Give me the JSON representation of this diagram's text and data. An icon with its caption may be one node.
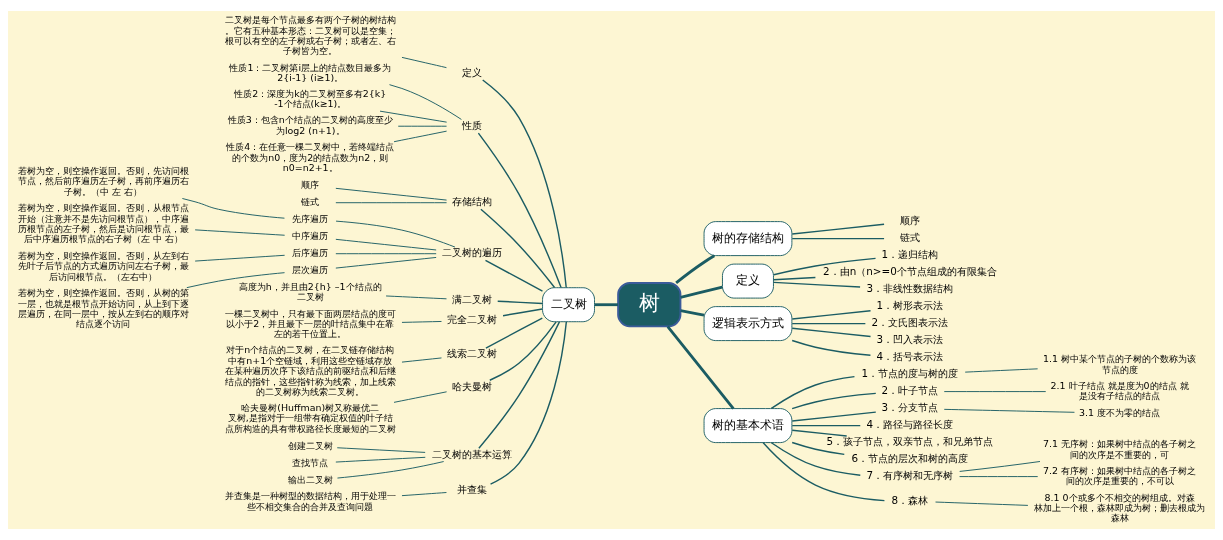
{
  "diagram": {
    "nodes": [
      {
        "text": [
          "树"
        ]
      },
      {
        "text": [
          "树的存储结构"
        ]
      },
      {
        "text": [
          "顺序"
        ]
      },
      {
        "text": [
          "链式"
        ]
      },
      {
        "text": [
          "定义"
        ]
      },
      {
        "text": [
          "1．递归结构"
        ]
      },
      {
        "text": [
          "2．由n（n>=0个节点组成的有限集合"
        ]
      },
      {
        "text": [
          "3．非线性数据结构"
        ]
      },
      {
        "text": [
          "逻辑表示方式"
        ]
      },
      {
        "text": [
          "1．树形表示法"
        ]
      },
      {
        "text": [
          "2．文氏图表示法"
        ]
      },
      {
        "text": [
          "3．凹入表示法"
        ]
      },
      {
        "text": [
          "4．括号表示法"
        ]
      },
      {
        "text": [
          "树的基本术语"
        ]
      },
      {
        "text": [
          "1．节点的度与树的度"
        ]
      },
      {
        "text": [
          "1.1 树中某个节点的子树的个数称为该节点的度"
        ]
      },
      {
        "text": [
          "2．叶子节点"
        ]
      },
      {
        "text": [
          "2.1 叶子结点 就是度为0的结点 就是没有子结点的结点"
        ]
      },
      {
        "text": [
          "3．分支节点"
        ]
      },
      {
        "text": [
          "3.1 度不为零的结点"
        ]
      },
      {
        "text": [
          "4．路径与路径长度"
        ]
      },
      {
        "text": [
          "5．孩子节点，双亲节点，和兄弟节点"
        ]
      },
      {
        "text": [
          "6．节点的层次和树的高度"
        ]
      },
      {
        "text": [
          "7．有序树和无序树"
        ]
      },
      {
        "text": [
          "7.1 无序树：如果树中结点的各子树之间的次序是不重要的，可"
        ]
      },
      {
        "text": [
          "7.2 有序树：如果树中结点的各子树之间的次序是重要的，不可以"
        ]
      },
      {
        "text": [
          "8．森林"
        ]
      },
      {
        "text": [
          "8.1 0个或多个不相交的树组成。对森林加上一个根，森林即成为树；删去根成为森林"
        ]
      },
      {
        "text": [
          "二叉树"
        ]
      },
      {
        "text": [
          "定义"
        ]
      },
      {
        "text": [
          "二叉树是每个节点最多有两个子树的树结构。它有五种基本形态：二叉树可以是空集；根可以有空的左子树或右子树；或者左、右子树皆为空。"
        ]
      },
      {
        "text": [
          "性质"
        ]
      },
      {
        "text": [
          "性质1：二叉树第i层上的结点数目最多为2{i-1} (i≥1)。"
        ]
      },
      {
        "text": [
          "性质2：深度为k的二叉树至多有2{k}-1个结点(k≥1)。"
        ]
      },
      {
        "text": [
          "性质3：包含n个结点的二叉树的高度至少为log2 (n+1)。"
        ]
      },
      {
        "text": [
          "性质4：在任意一棵二叉树中，若终端结点的个数为n0，度为2的结点数为n2，则n0=n2+1。"
        ]
      },
      {
        "text": [
          "存储结构"
        ]
      },
      {
        "text": [
          "顺序"
        ]
      },
      {
        "text": [
          "链式"
        ]
      },
      {
        "text": [
          "二叉树的遍历"
        ]
      },
      {
        "text": [
          "先序遍历"
        ]
      },
      {
        "text": [
          "若树为空，则空操作返回。否则，先访问根节点，然后前序遍历左子树，再前序遍历右子树。（中 左 右）"
        ]
      },
      {
        "text": [
          "中序遍历"
        ]
      },
      {
        "text": [
          "若树为空，则空操作返回。否则，从根节点开始（注意并不是先访问根节点），中序遍历根节点的左子树，然后是访问根节点，最后中序遍历根节点的右子树（左 中 右）"
        ]
      },
      {
        "text": [
          "后序遍历"
        ]
      },
      {
        "text": [
          "若树为空，则空操作返回。否则，从左到右先叶子后节点的方式遍历访问左右子树，最后访问根节点。（左右中）"
        ]
      },
      {
        "text": [
          "层次遍历"
        ]
      },
      {
        "text": [
          "若树为空，则空操作返回。否则，从树的第一层，也就是根节点开始访问，从上到下逐层遍历，在同一层中，按从左到右的顺序对结点逐个访问"
        ]
      },
      {
        "text": [
          "满二叉树"
        ]
      },
      {
        "text": [
          "高度为h，并且由2{h} –1个结点的二叉树"
        ]
      },
      {
        "text": [
          "完全二叉树"
        ]
      },
      {
        "text": [
          "一棵二叉树中，只有最下面两层结点的度可以小于2，并且最下一层的叶结点集中在靠左的若干位置上。"
        ]
      },
      {
        "text": [
          "线索二叉树"
        ]
      },
      {
        "text": [
          "对于n个结点的二叉树，在二叉链存储结构中有n+1个空链域，利用这些空链域存放在某种遍历次序下该结点的前驱结点和后继结点的指针，这些指针称为线索，加上线索的二叉树称为线索二叉树。"
        ]
      },
      {
        "text": [
          "哈夫曼树"
        ]
      },
      {
        "text": [
          "哈夫曼树(Huffman)树又称最优二叉树,是指对于一组带有确定权值的叶子结点所构造的具有带权路径长度最短的二叉树"
        ]
      },
      {
        "text": [
          "二叉树的基本运算"
        ]
      },
      {
        "text": [
          "创建二叉树"
        ]
      },
      {
        "text": [
          "查找节点"
        ]
      },
      {
        "text": [
          "输出二叉树"
        ]
      },
      {
        "text": [
          "并查集"
        ]
      },
      {
        "text": [
          "并查集是一种树型的数据结构，用于处理一些不相交集合的合并及查询问题"
        ]
      }
    ],
    "edges": [
      {
        "from": 0,
        "to": 1,
        "arrow": "none"
      },
      {
        "from": 1,
        "to": 2,
        "arrow": "none"
      },
      {
        "from": 1,
        "to": 3,
        "arrow": "none"
      },
      {
        "from": 0,
        "to": 4,
        "arrow": "none"
      },
      {
        "from": 4,
        "to": 5,
        "arrow": "none"
      },
      {
        "from": 4,
        "to": 6,
        "arrow": "none"
      },
      {
        "from": 4,
        "to": 7,
        "arrow": "none"
      },
      {
        "from": 0,
        "to": 8,
        "arrow": "none"
      },
      {
        "from": 8,
        "to": 9,
        "arrow": "none"
      },
      {
        "from": 8,
        "to": 10,
        "arrow": "none"
      },
      {
        "from": 8,
        "to": 11,
        "arrow": "none"
      },
      {
        "from": 8,
        "to": 12,
        "arrow": "none"
      },
      {
        "from": 0,
        "to": 13,
        "arrow": "none"
      },
      {
        "from": 13,
        "to": 14,
        "arrow": "none"
      },
      {
        "from": 14,
        "to": 15,
        "arrow": "none"
      },
      {
        "from": 13,
        "to": 16,
        "arrow": "none"
      },
      {
        "from": 16,
        "to": 17,
        "arrow": "none"
      },
      {
        "from": 13,
        "to": 18,
        "arrow": "none"
      },
      {
        "from": 18,
        "to": 19,
        "arrow": "none"
      },
      {
        "from": 13,
        "to": 20,
        "arrow": "none"
      },
      {
        "from": 13,
        "to": 21,
        "arrow": "none"
      },
      {
        "from": 13,
        "to": 22,
        "arrow": "none"
      },
      {
        "from": 13,
        "to": 23,
        "arrow": "none"
      },
      {
        "from": 23,
        "to": 24,
        "arrow": "none"
      },
      {
        "from": 23,
        "to": 25,
        "arrow": "none"
      },
      {
        "from": 13,
        "to": 26,
        "arrow": "none"
      },
      {
        "from": 26,
        "to": 27,
        "arrow": "none"
      },
      {
        "from": 0,
        "to": 28,
        "arrow": "none"
      },
      {
        "from": 28,
        "to": 29,
        "arrow": "none"
      },
      {
        "from": 29,
        "to": 30,
        "arrow": "none"
      },
      {
        "from": 28,
        "to": 31,
        "arrow": "none"
      },
      {
        "from": 31,
        "to": 32,
        "arrow": "none"
      },
      {
        "from": 31,
        "to": 33,
        "arrow": "none"
      },
      {
        "from": 31,
        "to": 34,
        "arrow": "none"
      },
      {
        "from": 31,
        "to": 35,
        "arrow": "none"
      },
      {
        "from": 28,
        "to": 36,
        "arrow": "none"
      },
      {
        "from": 36,
        "to": 37,
        "arrow": "none"
      },
      {
        "from": 36,
        "to": 38,
        "arrow": "none"
      },
      {
        "from": 28,
        "to": 39,
        "arrow": "none"
      },
      {
        "from": 39,
        "to": 40,
        "arrow": "none"
      },
      {
        "from": 40,
        "to": 41,
        "arrow": "none"
      },
      {
        "from": 39,
        "to": 42,
        "arrow": "none"
      },
      {
        "from": 42,
        "to": 43,
        "arrow": "none"
      },
      {
        "from": 39,
        "to": 44,
        "arrow": "none"
      },
      {
        "from": 44,
        "to": 45,
        "arrow": "none"
      },
      {
        "from": 39,
        "to": 46,
        "arrow": "none"
      },
      {
        "from": 46,
        "to": 47,
        "arrow": "none"
      },
      {
        "from": 28,
        "to": 48,
        "arrow": "none"
      },
      {
        "from": 48,
        "to": 49,
        "arrow": "none"
      },
      {
        "from": 28,
        "to": 50,
        "arrow": "none"
      },
      {
        "from": 50,
        "to": 51,
        "arrow": "none"
      },
      {
        "from": 28,
        "to": 52,
        "arrow": "none"
      },
      {
        "from": 52,
        "to": 53,
        "arrow": "none"
      },
      {
        "from": 28,
        "to": 54,
        "arrow": "none"
      },
      {
        "from": 54,
        "to": 55,
        "arrow": "none"
      },
      {
        "from": 28,
        "to": 56,
        "arrow": "none"
      },
      {
        "from": 56,
        "to": 57,
        "arrow": "none"
      },
      {
        "from": 56,
        "to": 58,
        "arrow": "none"
      },
      {
        "from": 56,
        "to": 59,
        "arrow": "none"
      },
      {
        "from": 28,
        "to": 60,
        "arrow": "none"
      },
      {
        "from": 60,
        "to": 61,
        "arrow": "none"
      }
    ]
  }
}
